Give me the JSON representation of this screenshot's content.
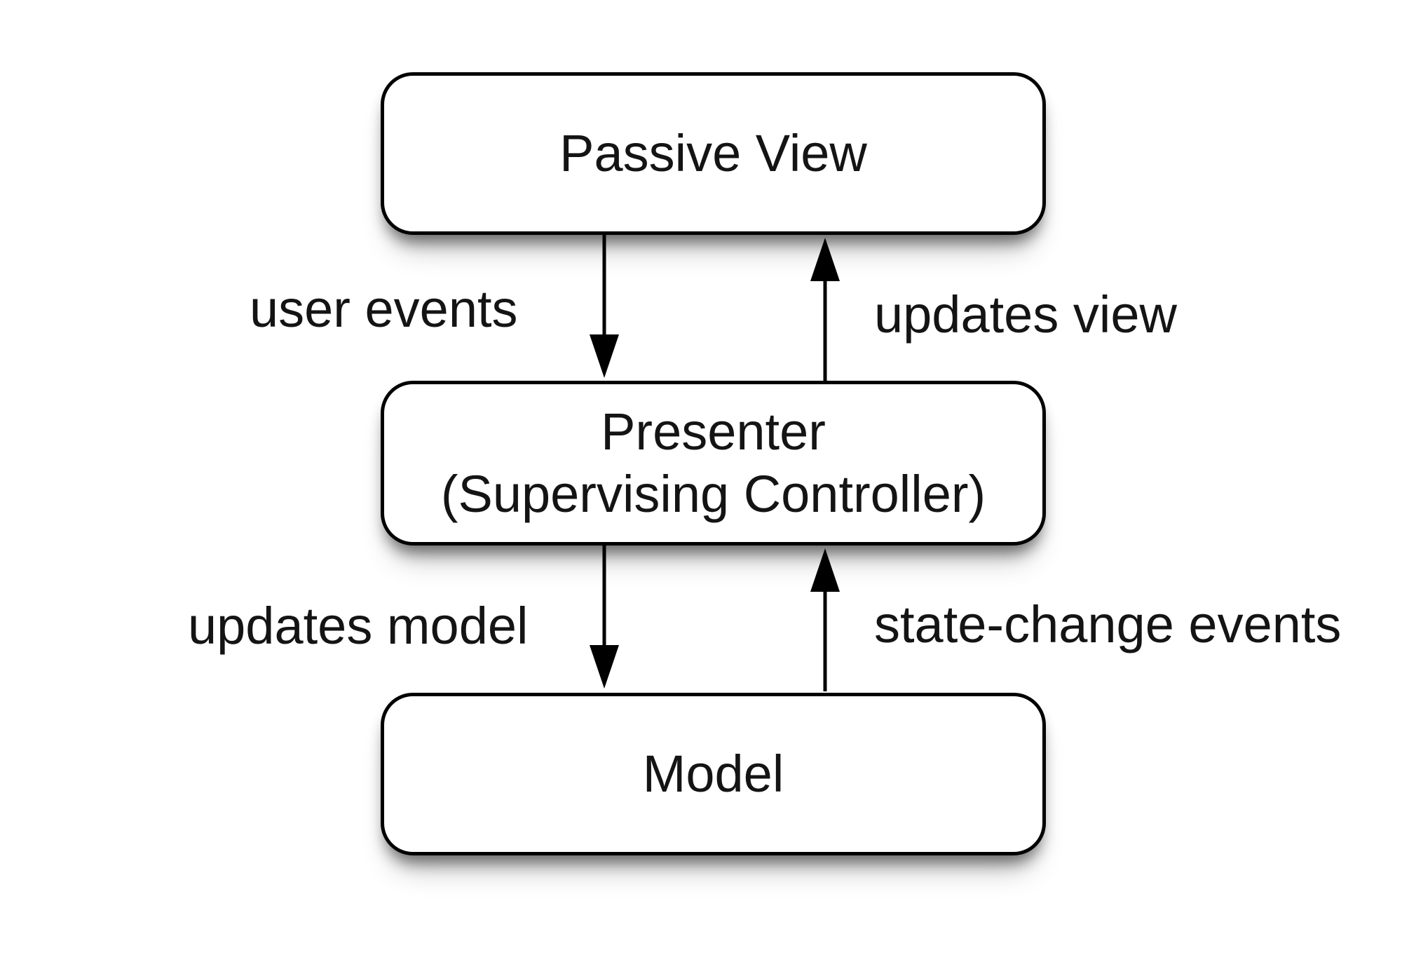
{
  "diagram": {
    "nodes": [
      {
        "id": "passive-view",
        "label": "Passive View"
      },
      {
        "id": "presenter",
        "label_line1": "Presenter",
        "label_line2": "(Supervising Controller)"
      },
      {
        "id": "model",
        "label": "Model"
      }
    ],
    "edges": [
      {
        "label": "user events",
        "from": "passive-view",
        "to": "presenter",
        "direction": "down"
      },
      {
        "label": "updates view",
        "from": "presenter",
        "to": "passive-view",
        "direction": "up"
      },
      {
        "label": "updates model",
        "from": "presenter",
        "to": "model",
        "direction": "down"
      },
      {
        "label": "state-change events",
        "from": "model",
        "to": "presenter",
        "direction": "up"
      }
    ],
    "colors": {
      "background": "#ffffff",
      "box_fill": "#ffffff",
      "line": "#000000",
      "text": "#141414"
    }
  }
}
